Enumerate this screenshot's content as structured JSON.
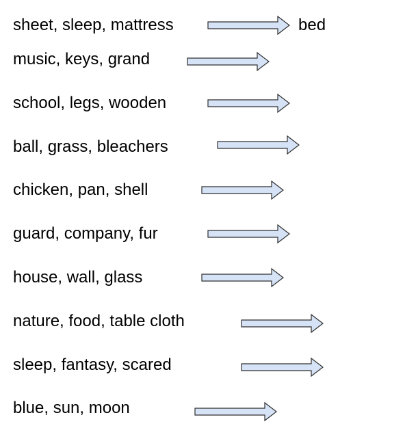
{
  "rows": [
    {
      "clue": "sheet, sleep, mattress",
      "answer": "bed"
    },
    {
      "clue": "music, keys, grand",
      "answer": ""
    },
    {
      "clue": "school, legs, wooden",
      "answer": ""
    },
    {
      "clue": "ball, grass, bleachers",
      "answer": ""
    },
    {
      "clue": "chicken, pan, shell",
      "answer": ""
    },
    {
      "clue": "guard, company, fur",
      "answer": ""
    },
    {
      "clue": "house, wall, glass",
      "answer": ""
    },
    {
      "clue": "nature, food, table cloth",
      "answer": ""
    },
    {
      "clue": "sleep, fantasy, scared",
      "answer": ""
    },
    {
      "clue": "blue, sun, moon",
      "answer": ""
    }
  ],
  "colors": {
    "arrow_fill": "#d6e3f6",
    "arrow_stroke": "#2f2f2f",
    "text": "#000000"
  },
  "icons": {
    "row_arrow": "right-arrow-icon"
  }
}
